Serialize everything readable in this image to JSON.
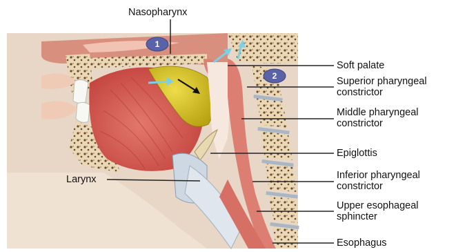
{
  "labels": {
    "nasopharynx": "Nasopharynx",
    "soft_palate": "Soft palate",
    "superior_constrictor": "Superior pharyngeal\nconstrictor",
    "middle_constrictor": "Middle pharyngeal\nconstrictor",
    "epiglottis": "Epiglottis",
    "larynx": "Larynx",
    "inferior_constrictor": "Inferior pharyngeal\nconstrictor",
    "upper_sphincter": "Upper esophageal\nsphincter",
    "esophagus": "Esophagus"
  },
  "step_badges": {
    "first": "1",
    "second": "2"
  },
  "icons": {
    "airflow": "airflow-arrow-icon",
    "bolus_direction": "bolus-direction-arrow-icon"
  },
  "colors": {
    "background_panel": "#ead8c8",
    "tongue": "#d9615a",
    "muscle": "#e68c80",
    "bolus": "#d6c21a",
    "bone": "#f2e6cf",
    "badge": "#5a63a8",
    "airflow_arrow": "#7cd0e6",
    "leader_line": "#222222"
  }
}
